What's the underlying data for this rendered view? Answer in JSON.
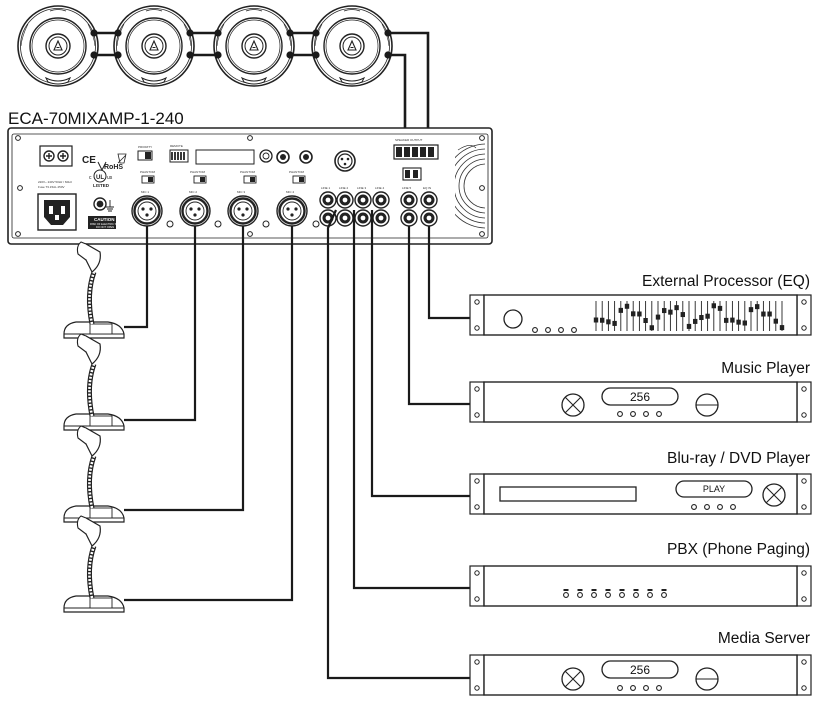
{
  "amplifier": {
    "model": "ECA-70MIXAMP-1-240",
    "panel_texts": {
      "caution_title": "CAUTION",
      "caution_line1": "RISK OF ELECTRIC SHOCK",
      "caution_line2": "DO NOT OPEN",
      "listed": "LISTED",
      "rohs": "RoHS",
      "ce": "CE",
      "ul_c": "c",
      "ul_us": "us",
      "ul": "UL",
      "voltage": "220V~ 240V 50Hz / 60Hz",
      "power": "Fuse T3.15AL 250V",
      "mic_labels": [
        "MIC 1",
        "MIC 2",
        "MIC 3",
        "MIC 4"
      ],
      "phantom": "PHANTOM",
      "line_labels": [
        "LINE 1",
        "LINE 2",
        "LINE 3",
        "LINE 4",
        "LINE 5",
        "EQ IN"
      ],
      "speaker_out": "SPEAKER OUTPUT",
      "priority": "PRIORITY",
      "remote": "REMOTE"
    }
  },
  "devices": [
    {
      "id": "eq",
      "label": "External Processor (EQ)"
    },
    {
      "id": "music",
      "label": "Music Player",
      "display": "256"
    },
    {
      "id": "bluray",
      "label": "Blu-ray / DVD Player",
      "display": "PLAY"
    },
    {
      "id": "pbx",
      "label": "PBX (Phone Paging)"
    },
    {
      "id": "media",
      "label": "Media Server",
      "display": "256"
    }
  ],
  "speaker_count": 4,
  "microphone_count": 4,
  "colors": {
    "line": "#1a1a1a",
    "panel": "#ffffff"
  }
}
